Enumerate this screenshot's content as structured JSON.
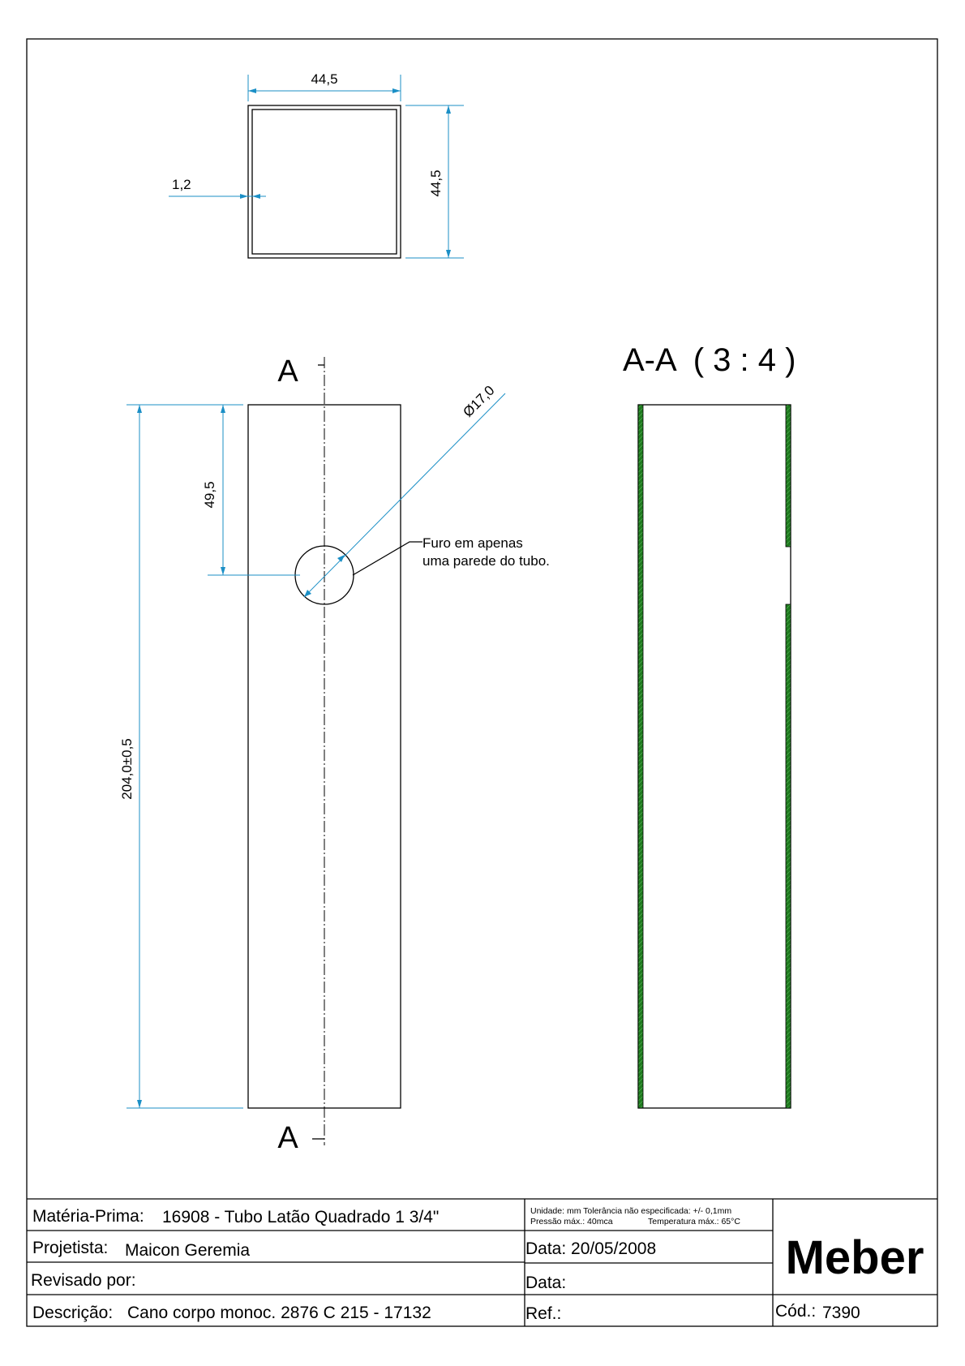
{
  "top_view": {
    "width_dim": "44,5",
    "height_dim": "44,5",
    "wall_dim": "1,2"
  },
  "front_view": {
    "section_mark_top": "A",
    "section_mark_bottom": "A",
    "hole_position_dim": "49,5",
    "length_dim": "204,0±0,5",
    "hole_diameter_dim": "Ø17,0",
    "note_line1": "Furo em apenas",
    "note_line2": "uma parede do tubo."
  },
  "section_view": {
    "title": "A-A  ( 3 : 4 )",
    "hatch_color": "#1f7a1f"
  },
  "title_block": {
    "materia_label": "Matéria-Prima:",
    "materia_value": "16908 - Tubo Latão Quadrado 1 3/4\"",
    "notes_line1": "Unidade: mm Tolerância não especificada: +/- 0,1mm",
    "notes_line2a": "Pressão máx.: 40mca",
    "notes_line2b": "Temperatura máx.: 65°C",
    "projetista_label": "Projetista:",
    "projetista_value": "Maicon Geremia",
    "data1": "Data: 20/05/2008",
    "revisado_label": "Revisado por:",
    "data2": "Data:",
    "descricao_label": "Descrição:",
    "descricao_value": "Cano corpo monoc. 2876 C 215 - 17132",
    "ref_label": "Ref.:",
    "logo": "Meber",
    "cod_label": "Cód.:",
    "cod_value": "7390"
  }
}
